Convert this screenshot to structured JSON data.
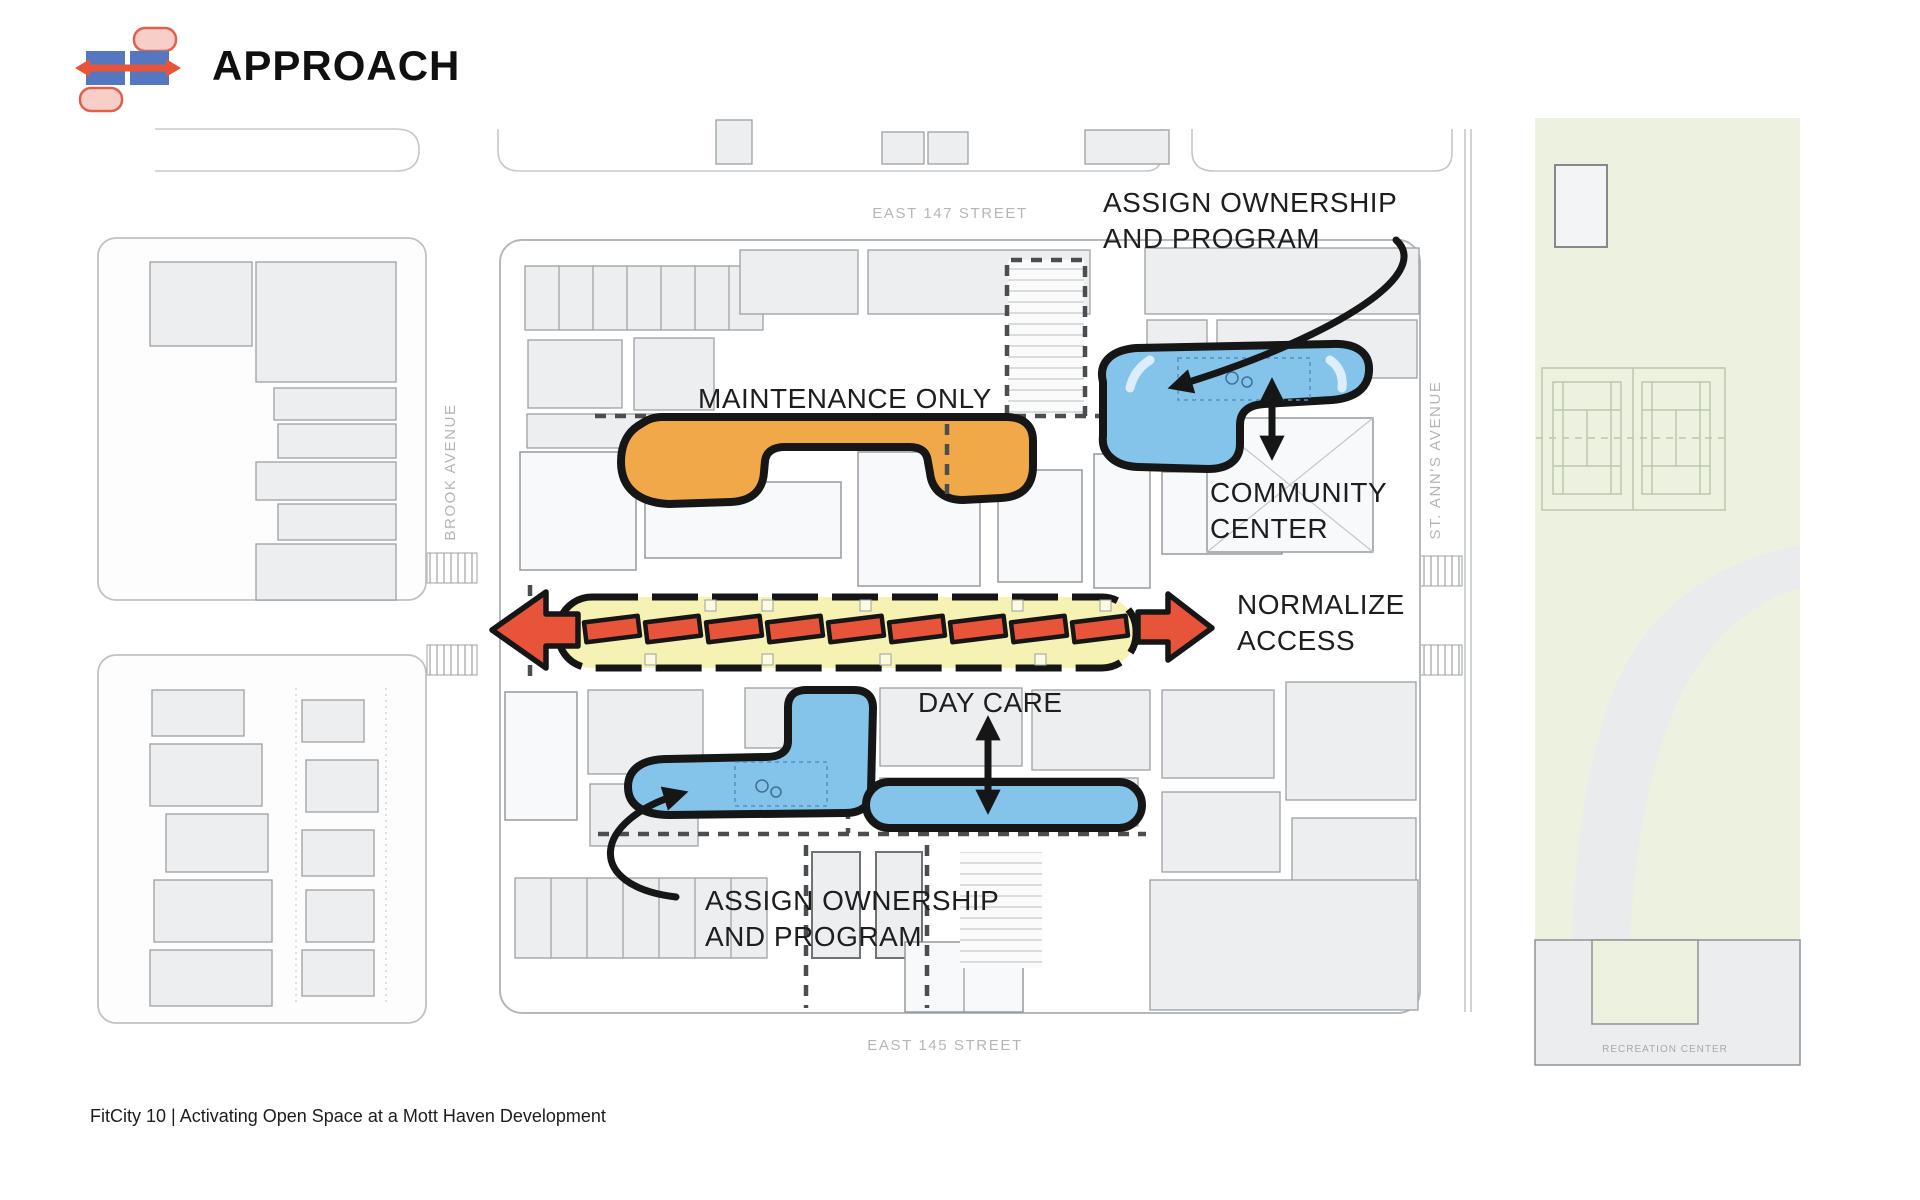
{
  "header": {
    "title": "APPROACH"
  },
  "map": {
    "streets": {
      "east_147": "EAST 147 STREET",
      "east_145": "EAST 145 STREET",
      "brook_avenue": "BROOK AVENUE",
      "st_anns_avenue": "ST. ANN'S AVENUE"
    },
    "park": {
      "recreation_center_label": "RECREATION CENTER"
    },
    "annotations": {
      "assign_top": {
        "line1": "ASSIGN OWNERSHIP",
        "line2": "AND PROGRAM"
      },
      "maintenance_only": "MAINTENANCE ONLY",
      "community_center": {
        "line1": "COMMUNITY",
        "line2": "CENTER"
      },
      "normalize_access": {
        "line1": "NORMALIZE",
        "line2": "ACCESS"
      },
      "day_care": "DAY CARE",
      "assign_bottom": {
        "line1": "ASSIGN OWNERSHIP",
        "line2": "AND PROGRAM"
      }
    },
    "legend_colors": {
      "maintenance_orange": "#F1A848",
      "program_blue": "#84C3EA",
      "corridor_yellow": "#F6F2B4",
      "access_red": "#E8543A",
      "park_green": "#EDF1E0"
    }
  },
  "footer": {
    "caption": "FitCity 10 | Activating Open Space at a Mott Haven Development"
  }
}
